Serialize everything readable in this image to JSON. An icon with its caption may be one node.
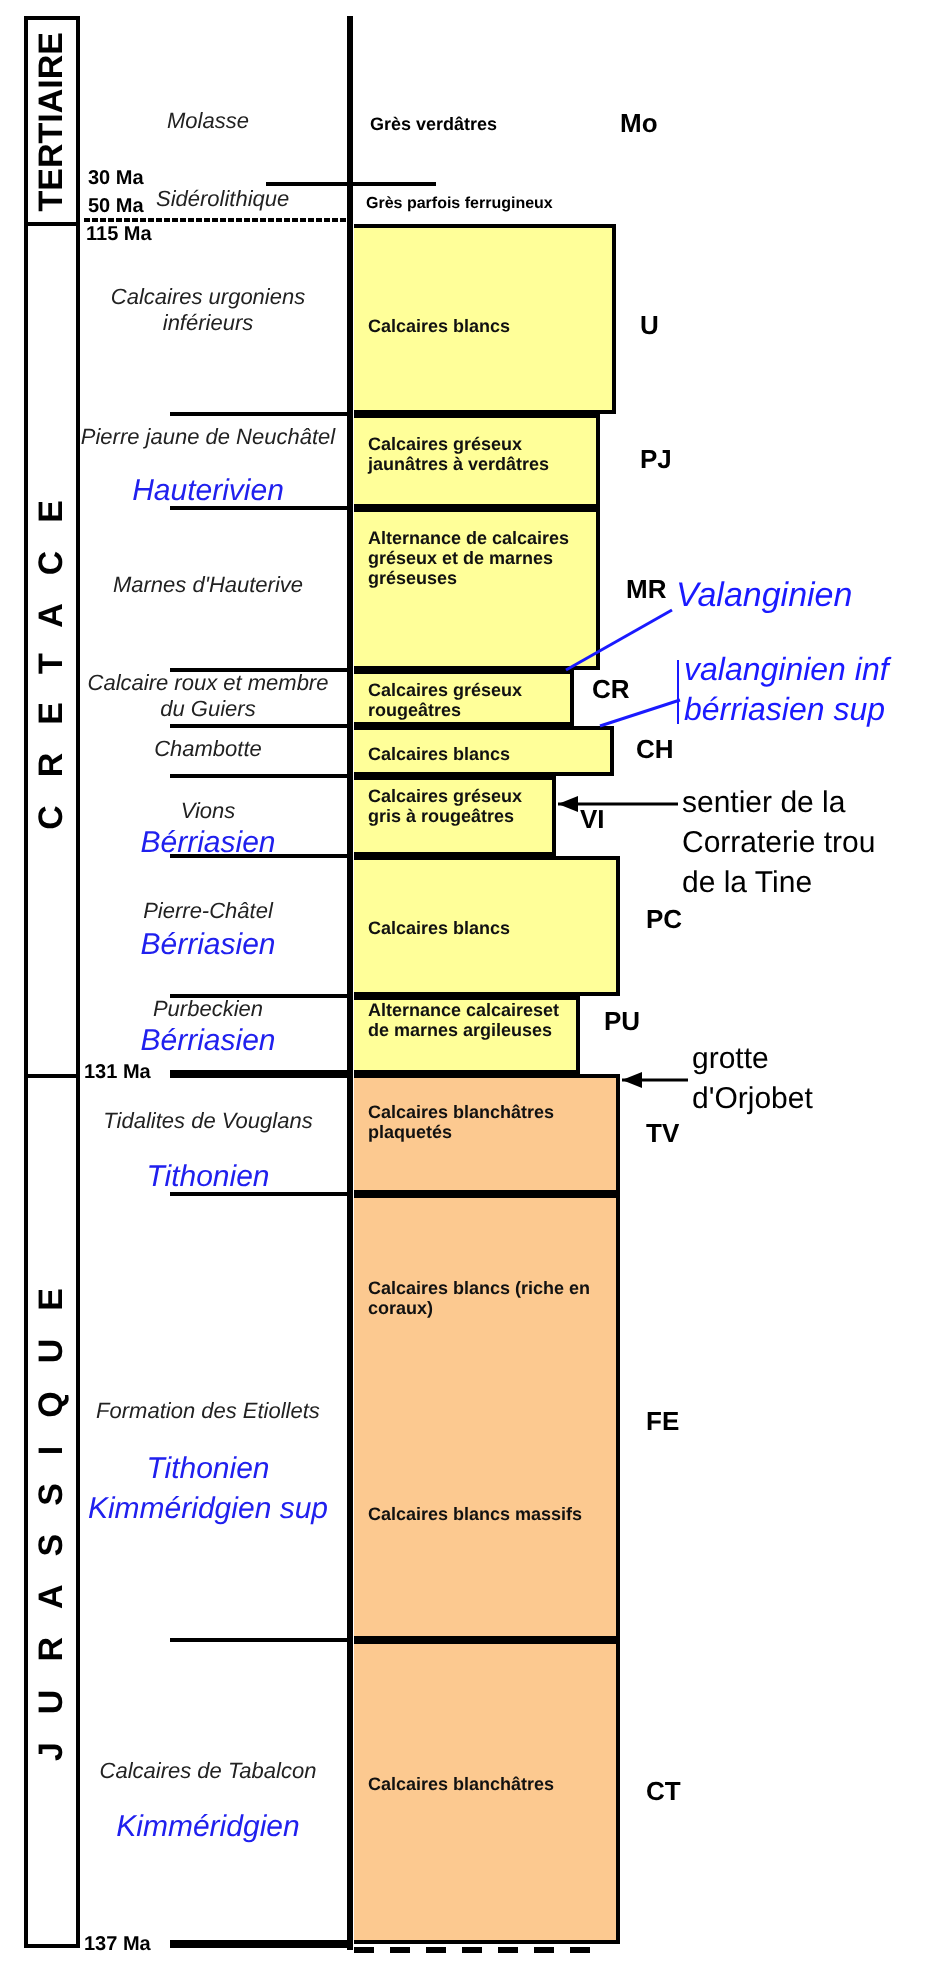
{
  "diagram": {
    "nodes": [
      {
        "text": [
          "TERTIAIRE"
        ]
      },
      {
        "text": [
          "CRETACE"
        ]
      },
      {
        "text": [
          "JURASSIQUE"
        ]
      },
      {
        "text": [
          "Calcaires blancs"
        ],
        "beside": [
          "U"
        ]
      },
      {
        "text": [
          "Calcaires gréseux jaunâtres à verdâtres"
        ],
        "beside": [
          "PJ"
        ]
      },
      {
        "text": [
          "Alternance de calcaires gréseux et de marnes gréseuses"
        ],
        "beside": [
          "MR"
        ]
      },
      {
        "text": [
          "Calcaires gréseux rougeâtres"
        ],
        "beside": [
          "CR"
        ]
      },
      {
        "text": [
          "Calcaires blancs"
        ],
        "beside": [
          "CH"
        ]
      },
      {
        "text": [
          "Calcaires gréseux gris à rougeâtres"
        ],
        "beside": [
          "VI"
        ]
      },
      {
        "text": [
          "Calcaires blancs"
        ],
        "beside": [
          "PC"
        ]
      },
      {
        "text": [
          "Alternance calcaireset de marnes argileuses"
        ],
        "beside": [
          "PU"
        ]
      },
      {
        "text": [
          "Calcaires blanchâtres plaquetés"
        ],
        "beside": [
          "TV"
        ]
      },
      {
        "text": [
          "Calcaires blancs (riche en coraux)",
          "Calcaires blancs massifs"
        ],
        "beside": [
          "FE"
        ]
      },
      {
        "text": [
          "Calcaires blanchâtres"
        ],
        "beside": [
          "CT"
        ]
      },
      {
        "text": [
          "Valanginien"
        ]
      },
      {
        "text": [
          "valanginien inf bérriasien sup"
        ]
      },
      {
        "text": [
          "sentier de la Corraterie trou de la Tine"
        ]
      },
      {
        "text": [
          "grotte d'Orjobet"
        ]
      }
    ],
    "edges": [
      {
        "from": 14,
        "to": 6,
        "arrow": "none"
      },
      {
        "from": 15,
        "to": 7,
        "arrow": "none"
      },
      {
        "from": 16,
        "to": 8,
        "arrow": "to",
        "color": "#000000"
      },
      {
        "from": 17,
        "to": 11,
        "arrow": "to",
        "color": "#000000"
      }
    ],
    "labels": [
      "Molasse",
      "Grès verdâtres",
      "Mo",
      "30 Ma",
      "50 Ma",
      "Sidérolithique",
      "Grès parfois ferrugineux",
      "115 Ma",
      "Calcaires urgoniens inférieurs",
      "Pierre jaune de Neuchâtel",
      "Hauterivien",
      "Marnes d'Hauterive",
      "Calcaire roux et membre du Guiers",
      "Chambotte",
      "Vions",
      "Bérriasien",
      "Pierre-Châtel",
      "Bérriasien",
      "Purbeckien",
      "Bérriasien",
      "131 Ma",
      "Tidalites de Vouglans",
      "Tithonien",
      "Formation des Etiollets",
      "Tithonien",
      "Kimméridgien sup",
      "Calcaires de Tabalcon",
      "Kimméridgien",
      "137 Ma"
    ]
  }
}
